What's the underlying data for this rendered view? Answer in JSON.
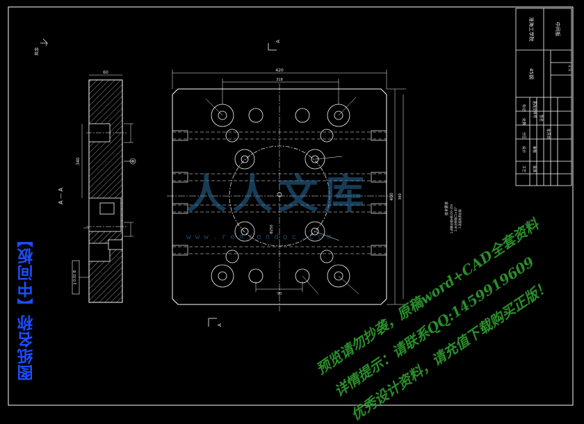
{
  "drawing": {
    "title_vertical": "图纸名称【中间板】",
    "section_label": "A — A",
    "view_arrow_label": "A",
    "tolerance_frame": "∥ 0.02 B",
    "datum_label": "B",
    "roughness_note": "其余",
    "tech_notes": [
      "技术要求",
      "1.调质处理HB220-250",
      "2.未注倒角C1×45°",
      "3.表面发黑处理"
    ]
  },
  "dimensions": {
    "top_overall": "420",
    "top_inner": "318",
    "right_overall": "400",
    "right_inner": "380",
    "side_thickness": "60",
    "side_height": "340",
    "bottom_spacing": "90",
    "circle_dia": "Φ250"
  },
  "title_block": {
    "school": "淮海工学院",
    "part_name": "中间板",
    "material": "45钢",
    "scale": "1:1",
    "rows": [
      "标记",
      "处数",
      "分区",
      "更改文件号",
      "签名",
      "年月日",
      "设计",
      "审核",
      "工艺",
      "批准"
    ]
  },
  "watermark": {
    "brand_cn": "人人文库",
    "brand_url": "www.renrendoc.com",
    "line1": "预览请勿抄袭，原稿word+CAD全套资料",
    "line2": "详情提示：请联系QQ:1459919609",
    "line3": "优秀设计资料，请充值下载购买正版！"
  }
}
